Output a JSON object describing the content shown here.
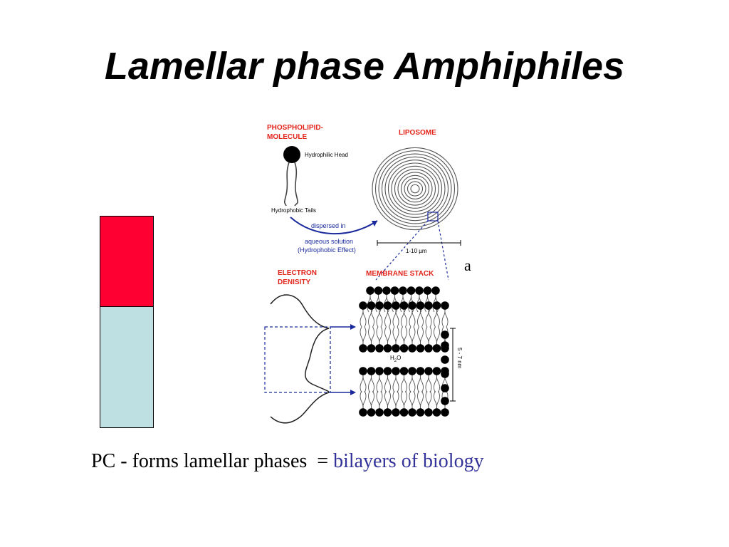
{
  "slide": {
    "title": "Lamellar phase Amphiphiles",
    "caption_prefix": "PC - forms lamellar phases  = ",
    "caption_highlight": "bilayers of biology",
    "stray_char": "a"
  },
  "diagram": {
    "phospholipid_heading_1": "PHOSPHOLIPID-",
    "phospholipid_heading_2": "MOLECULE",
    "hydrophilic_head": "Hydrophilic Head",
    "hydrophobic_tails": "Hydrophobic Tails",
    "dispersed_in": "dispersed in",
    "aqueous_solution": "aqueous solution",
    "hydrophobic_effect": "(Hydrophobic Effect)",
    "liposome_heading": "LIPOSOME",
    "liposome_size": "1-10 µm",
    "electron_density_1": "ELECTRON",
    "electron_density_2": "DENISITY",
    "membrane_stack_heading": "MEMBRANE STACK",
    "water_h": "H",
    "water_sub": "2",
    "water_o": "O",
    "spacing": "5 - 7 nm"
  },
  "colors": {
    "tube_top": "#ff0033",
    "tube_bottom": "#bfe0e2",
    "heading_red": "#e2231a",
    "arrow_blue": "#1a2a9c",
    "caption_accent": "#333399"
  }
}
